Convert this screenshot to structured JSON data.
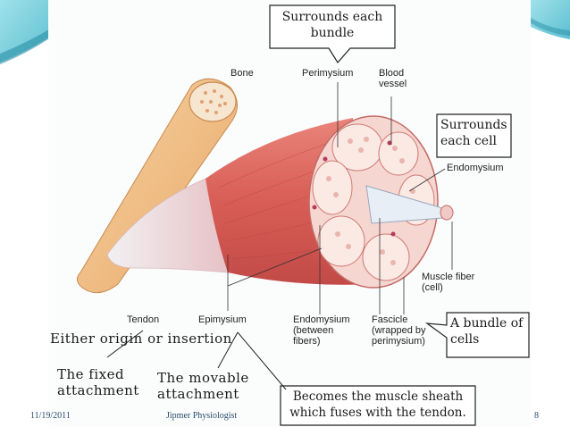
{
  "diagram": {
    "labels": {
      "bone": "Bone",
      "perimysium": "Perimysium",
      "blood_vessel": "Blood\nvessel",
      "endomysium_right": "Endomysium",
      "muscle_fiber": "Muscle fiber\n(cell)",
      "tendon": "Tendon",
      "epimysium": "Epimysium",
      "endomysium_bottom": "Endomysium\n(between\nfibers)",
      "fascicle": "Fascicle\n(wrapped by\nperimysium)"
    },
    "annotations": {
      "surrounds_bundle": "Surrounds each\nbundle",
      "surrounds_cell": "Surrounds\neach cell",
      "bundle_of_cells": "A bundle of\ncells",
      "origin_insertion": "Either origin or insertion",
      "fixed_attachment": "The fixed\nattachment",
      "movable_attachment": "The movable\nattachment",
      "muscle_sheath": "Becomes the muscle sheath\nwhich fuses with the tendon."
    }
  },
  "footer": {
    "date": "11/19/2011",
    "author": "Jipmer Physiologist",
    "page": "8"
  },
  "colors": {
    "accent_teal": "#5fc4d6",
    "muscle_red": "#d9605a",
    "bone_tan": "#f0c08a"
  }
}
